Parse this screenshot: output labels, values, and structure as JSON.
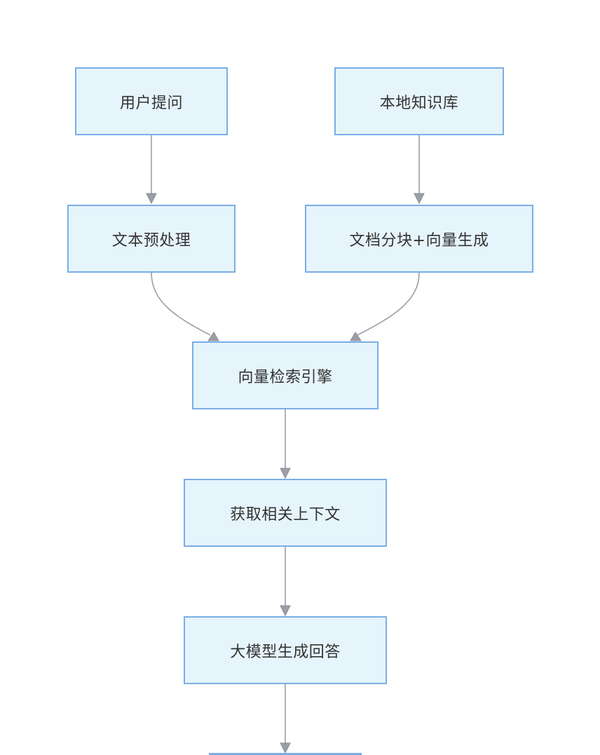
{
  "colors": {
    "node_fill": "#e6f4fc",
    "node_border": "#7aaee6",
    "edge": "#9a9ea6",
    "text": "#333333"
  },
  "nodes": {
    "user_question": "用户提问",
    "local_kb": "本地知识库",
    "preprocess": "文本预处理",
    "chunk_vector": "文档分块+向量生成",
    "vector_search": "向量检索引擎",
    "get_context": "获取相关上下文",
    "llm_answer": "大模型生成回答"
  }
}
